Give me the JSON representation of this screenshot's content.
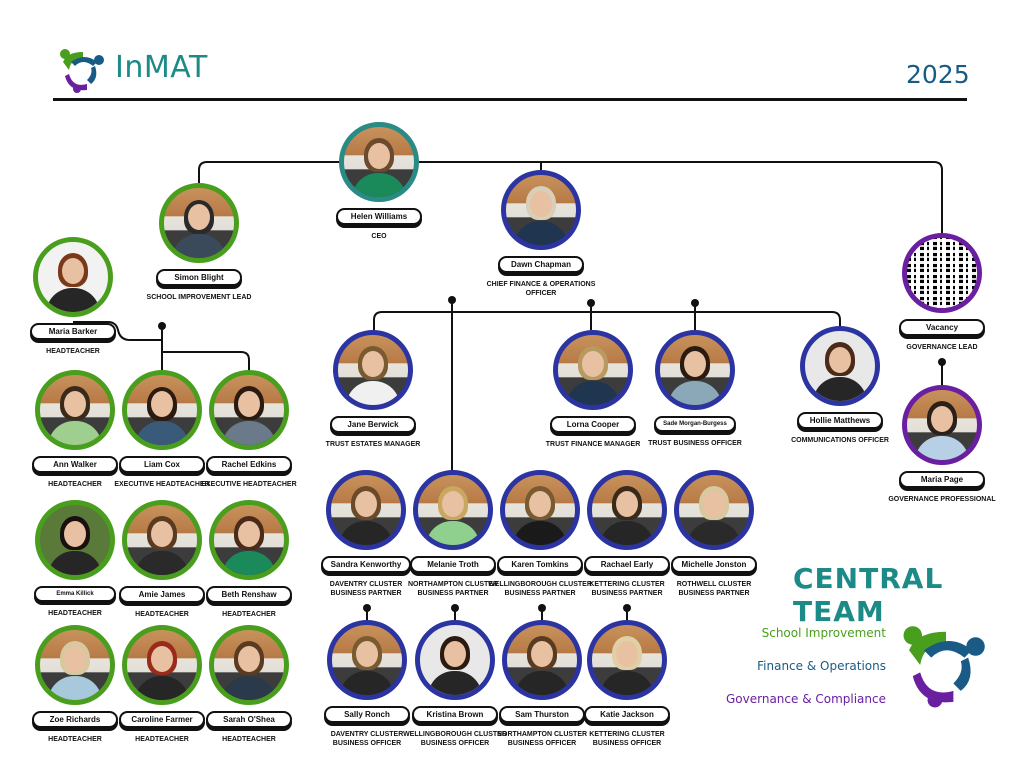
{
  "header": {
    "logo_text": "InMAT",
    "year": "2025"
  },
  "colors": {
    "school_improvement": "#4a9e1e",
    "finance_operations": "#1a5b85",
    "governance_compliance": "#6a1fa0",
    "ceo": "#2a8a84",
    "brand": "#1c8a86"
  },
  "ceo": {
    "name": "Helen Williams",
    "role": "CEO"
  },
  "school_improvement_lead": {
    "name": "Simon Blight",
    "role": "SCHOOL IMPROVEMENT LEAD"
  },
  "cfo": {
    "name": "Dawn Chapman",
    "role": "CHIEF FINANCE & OPERATIONS OFFICER"
  },
  "governance_lead": {
    "name": "Vacancy",
    "role": "GOVERNANCE LEAD"
  },
  "governance_professional": {
    "name": "Maria Page",
    "role": "GOVERNANCE PROFESSIONAL"
  },
  "headteachers": [
    {
      "name": "Maria Barker",
      "role": "HEADTEACHER"
    },
    {
      "name": "Ann Walker",
      "role": "HEADTEACHER"
    },
    {
      "name": "Liam Cox",
      "role": "EXECUTIVE HEADTEACHER"
    },
    {
      "name": "Rachel Edkins",
      "role": "EXECUTIVE HEADTEACHER"
    },
    {
      "name": "Emma Killick",
      "role": "HEADTEACHER"
    },
    {
      "name": "Amie James",
      "role": "HEADTEACHER"
    },
    {
      "name": "Beth Renshaw",
      "role": "HEADTEACHER"
    },
    {
      "name": "Zoe Richards",
      "role": "HEADTEACHER"
    },
    {
      "name": "Caroline Farmer",
      "role": "HEADTEACHER"
    },
    {
      "name": "Sarah O'Shea",
      "role": "HEADTEACHER"
    }
  ],
  "finance_team": [
    {
      "name": "Jane Berwick",
      "role": "TRUST ESTATES MANAGER"
    },
    {
      "name": "Lorna Cooper",
      "role": "TRUST FINANCE MANAGER"
    },
    {
      "name": "Sade Morgan-Burgess",
      "role": "TRUST BUSINESS OFFICER"
    },
    {
      "name": "Hollie Matthews",
      "role": "COMMUNICATIONS OFFICER"
    }
  ],
  "business_partners": [
    {
      "name": "Sandra Kenworthy",
      "role": "DAVENTRY CLUSTER BUSINESS PARTNER"
    },
    {
      "name": "Melanie Troth",
      "role": "NORTHAMPTON CLUSTER BUSINESS PARTNER"
    },
    {
      "name": "Karen Tomkins",
      "role": "WELLINGBOROUGH CLUSTER BUSINESS PARTNER"
    },
    {
      "name": "Rachael Early",
      "role": "KETTERING CLUSTER BUSINESS PARTNER"
    },
    {
      "name": "Michelle Jonston",
      "role": "ROTHWELL CLUSTER BUSINESS PARTNER"
    }
  ],
  "business_officers": [
    {
      "name": "Sally Ronch",
      "role": "DAVENTRY CLUSTER BUSINESS OFFICER"
    },
    {
      "name": "Kristina Brown",
      "role": "WELLINGBOROUGH CLUSTER BUSINESS OFFICER"
    },
    {
      "name": "Sam Thurston",
      "role": "NORTHAMPTON CLUSTER BUSINESS OFFICER"
    },
    {
      "name": "Katie Jackson",
      "role": "KETTERING CLUSTER BUSINESS OFFICER"
    }
  ],
  "legend": {
    "title": "CENTRAL TEAM",
    "items": [
      {
        "label": "School Improvement",
        "color": "#4a9e1e"
      },
      {
        "label": "Finance & Operations",
        "color": "#1a5b85"
      },
      {
        "label": "Governance & Compliance",
        "color": "#6a1fa0"
      }
    ]
  }
}
